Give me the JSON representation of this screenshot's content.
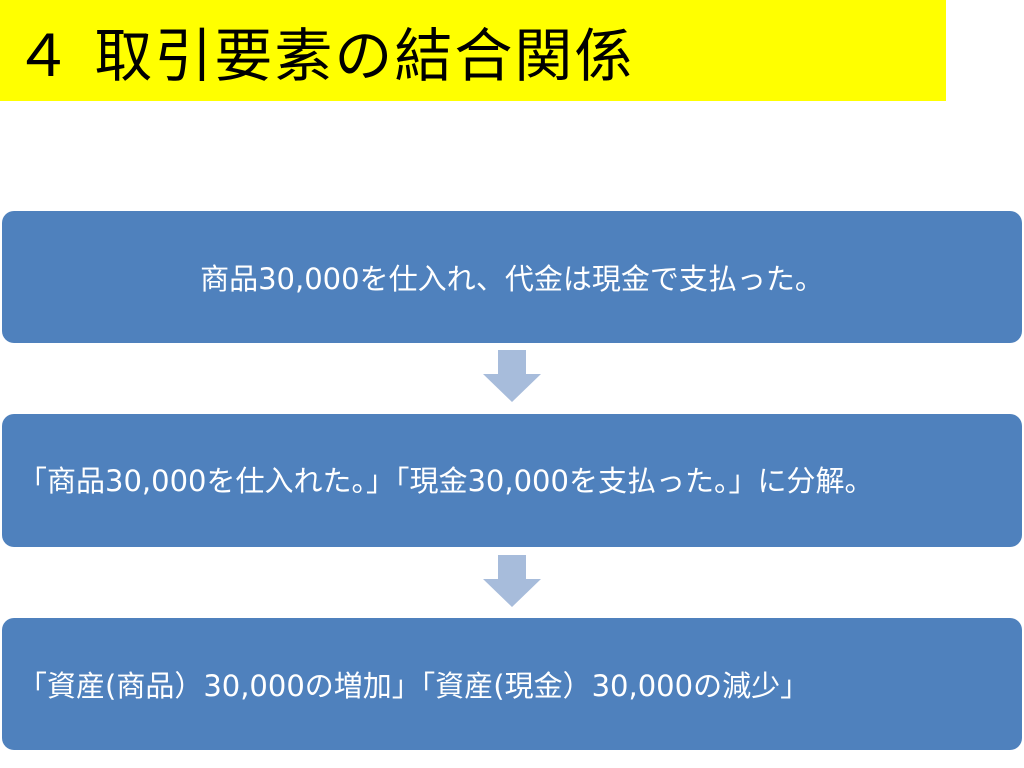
{
  "slide": {
    "title": "４ 取引要素の結合関係"
  },
  "flow": {
    "steps": [
      {
        "text": "商品30,000を仕入れ、代金は現金で支払った。"
      },
      {
        "text": "「商品30,000を仕入れた。」「現金30,000を支払った。」に分解。"
      },
      {
        "text": "「資産(商品）30,000の増加」「資産(現金）30,000の減少」"
      }
    ],
    "connectors": [
      {
        "icon": "down-arrow-icon"
      },
      {
        "icon": "down-arrow-icon"
      }
    ]
  },
  "colors": {
    "title_background": "#ffff00",
    "box_fill": "#4f81bd",
    "arrow_fill": "#a7bcdb",
    "box_text": "#ffffff"
  }
}
